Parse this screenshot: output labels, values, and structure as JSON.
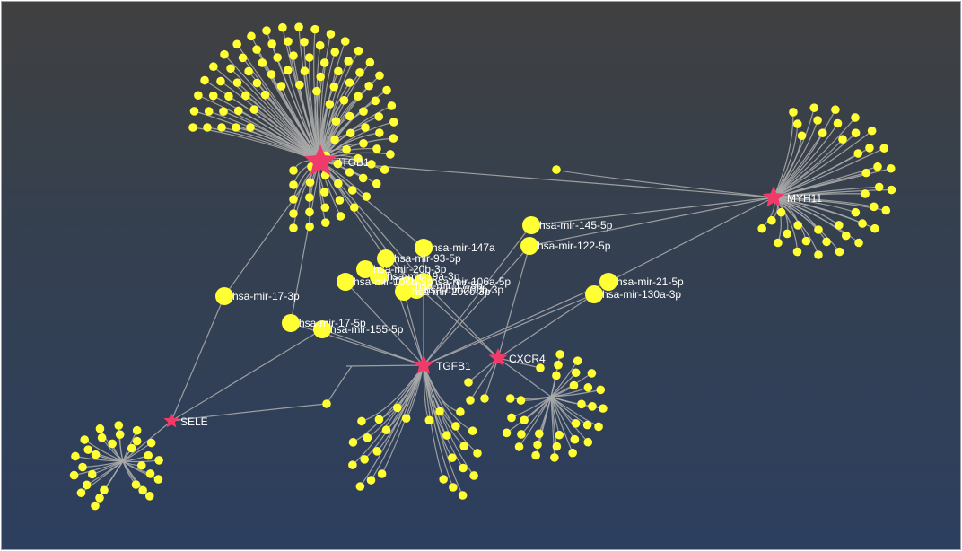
{
  "colors": {
    "gene_node": "#f03b6a",
    "mirna_node": "#ffff33",
    "edge": "#a8a8a8",
    "label": "#ffffff"
  },
  "genes": [
    {
      "id": "ITGB1",
      "label": "ITGB1"
    },
    {
      "id": "MYH11",
      "label": "MYH11"
    },
    {
      "id": "TGFB1",
      "label": "TGFB1"
    },
    {
      "id": "CXCR4",
      "label": "CXCR4"
    },
    {
      "id": "SELE",
      "label": "SELE"
    }
  ],
  "mirnas": [
    {
      "id": "m145",
      "label": "hsa-mir-145-5p"
    },
    {
      "id": "m122",
      "label": "hsa-mir-122-5p"
    },
    {
      "id": "m147",
      "label": "hsa-mir-147a"
    },
    {
      "id": "m93",
      "label": "hsa-mir-93-5p"
    },
    {
      "id": "m20b",
      "label": "hsa-mir-20b-3p"
    },
    {
      "id": "m19a",
      "label": "hsa-mir-19a-3p"
    },
    {
      "id": "m106a",
      "label": "hsa-mir-106a-5p"
    },
    {
      "id": "m106b",
      "label": "hsa-mir-106b-5p"
    },
    {
      "id": "m17b",
      "label": "hsa-mir-17-5p"
    },
    {
      "id": "m200b",
      "label": "hsa-mir-200b-3p"
    },
    {
      "id": "m200c",
      "label": "hsa-mir-200c-3p"
    },
    {
      "id": "m21",
      "label": "hsa-mir-21-5p"
    },
    {
      "id": "m130",
      "label": "hsa-mir-130a-3p"
    },
    {
      "id": "m173",
      "label": "hsa-mir-17-3p"
    },
    {
      "id": "m175",
      "label": "hsa-mir-17-5p"
    },
    {
      "id": "m155",
      "label": "hsa-mir-155-5p"
    }
  ]
}
